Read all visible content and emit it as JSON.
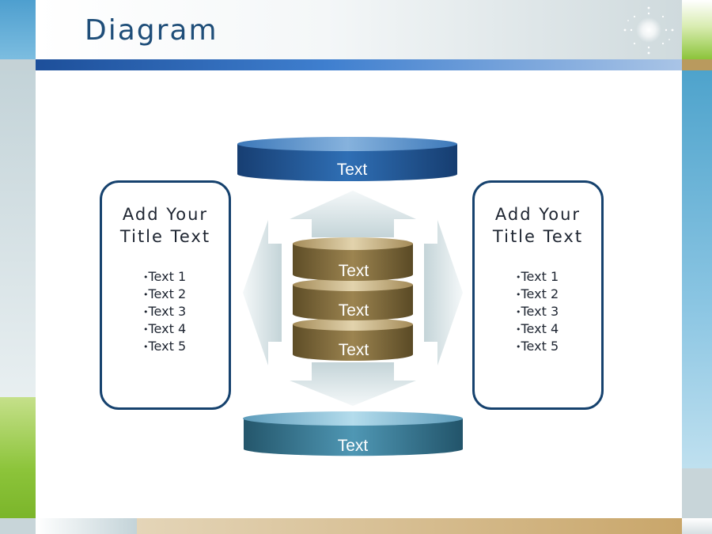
{
  "slide": {
    "title": "Diagram"
  },
  "left_panel": {
    "title_line1": "Add Your",
    "title_line2": "Title Text",
    "items": [
      "Text 1",
      "Text 2",
      "Text 3",
      "Text 4",
      "Text 5"
    ]
  },
  "right_panel": {
    "title_line1": "Add Your",
    "title_line2": "Title Text",
    "items": [
      "Text 1",
      "Text 2",
      "Text 3",
      "Text 4",
      "Text 5"
    ]
  },
  "center": {
    "top_disc": "Text",
    "bottom_disc": "Text",
    "stack": [
      "Text",
      "Text",
      "Text"
    ]
  },
  "colors": {
    "title": "#1f4e79",
    "panel_border": "#16426e",
    "top_disc": "#1e5a99",
    "bottom_disc": "#2f7690",
    "stack_tan": "#8a7440"
  }
}
